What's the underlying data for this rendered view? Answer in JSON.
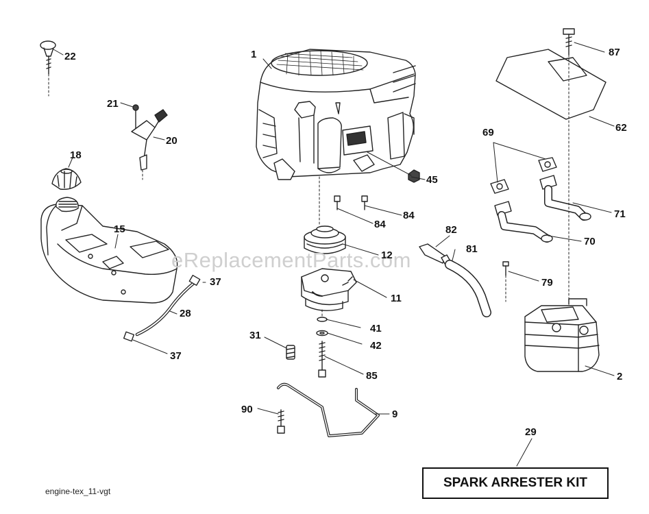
{
  "watermark": "eReplacementParts.com",
  "caption": "engine-tex_11-vgt",
  "kit_label": "SPARK ARRESTER KIT",
  "callouts": {
    "p1": "1",
    "p2": "2",
    "p9": "9",
    "p11": "11",
    "p12": "12",
    "p15": "15",
    "p18": "18",
    "p20": "20",
    "p21": "21",
    "p22": "22",
    "p28": "28",
    "p29": "29",
    "p31": "31",
    "p37a": "37",
    "p37b": "37",
    "p41": "41",
    "p42": "42",
    "p45": "45",
    "p62": "62",
    "p69": "69",
    "p70": "70",
    "p71": "71",
    "p79": "79",
    "p81": "81",
    "p82": "82",
    "p84a": "84",
    "p84b": "84",
    "p85": "85",
    "p87": "87",
    "p90": "90"
  }
}
